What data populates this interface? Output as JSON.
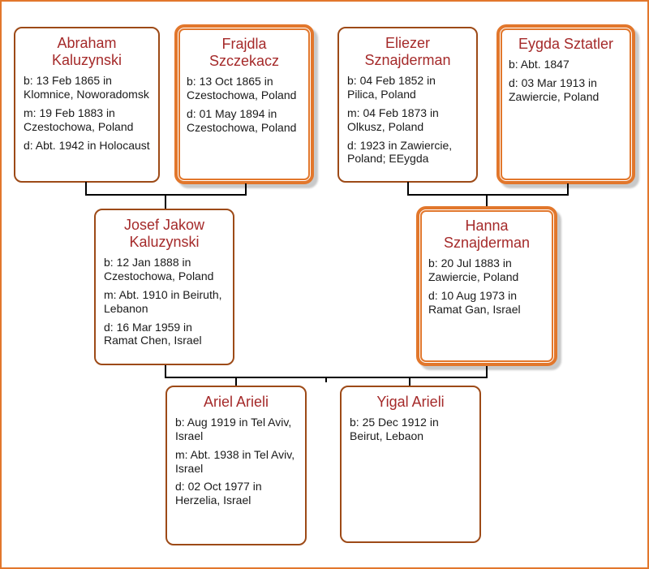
{
  "chart_title": "",
  "colors": {
    "frame_orange": "#E2772C",
    "plain_box_border": "#9D4A17",
    "highlight_box_border": "#E2772C",
    "name_red": "#A52A2A",
    "body_text": "#1A1A1A",
    "connector_black": "#000000",
    "shadow_gray": "#C9C9C9"
  },
  "people": [
    {
      "name": "Abraham Kaluzynski",
      "highlighted": false,
      "events": [
        "b: 13 Feb 1865 in Klomnice, Noworadomsk",
        "m: 19 Feb 1883 in Czestochowa, Poland",
        "d: Abt. 1942 in Holocaust"
      ]
    },
    {
      "name": "Frajdla Szczekacz",
      "highlighted": true,
      "events": [
        "b: 13 Oct 1865 in Czestochowa, Poland",
        "d: 01 May 1894 in Czestochowa, Poland"
      ]
    },
    {
      "name": "Eliezer Sznajderman",
      "highlighted": false,
      "events": [
        "b: 04 Feb 1852 in Pilica, Poland",
        "m: 04 Feb 1873 in Olkusz, Poland",
        "d: 1923 in Zawiercie, Poland; EEygda"
      ]
    },
    {
      "name": "Eygda Sztatler",
      "highlighted": true,
      "events": [
        "b: Abt. 1847",
        "d: 03 Mar 1913 in Zawiercie, Poland"
      ]
    },
    {
      "name": "Josef Jakow Kaluzynski",
      "highlighted": false,
      "events": [
        "b: 12 Jan 1888 in Czestochowa, Poland",
        "m: Abt. 1910 in Beiruth, Lebanon",
        "d: 16 Mar 1959 in Ramat Chen, Israel"
      ]
    },
    {
      "name": "Hanna Sznajderman",
      "highlighted": true,
      "events": [
        "b: 20 Jul 1883 in Zawiercie, Poland",
        "d: 10 Aug 1973 in Ramat Gan, Israel"
      ]
    },
    {
      "name": "Ariel Arieli",
      "highlighted": false,
      "events": [
        "b: Aug 1919 in Tel Aviv, Israel",
        "m: Abt. 1938 in Tel Aviv, Israel",
        "d: 02 Oct 1977 in Herzelia, Israel"
      ]
    },
    {
      "name": "Yigal Arieli",
      "highlighted": false,
      "events": [
        "b: 25 Dec 1912 in Beirut, Lebaon"
      ]
    }
  ],
  "tree": {
    "unions": [
      {
        "parents": [
          "Abraham Kaluzynski",
          "Frajdla Szczekacz"
        ],
        "child": "Josef Jakow Kaluzynski"
      },
      {
        "parents": [
          "Eliezer Sznajderman",
          "Eygda Sztatler"
        ],
        "child": "Hanna Sznajderman"
      },
      {
        "parents": [
          "Josef Jakow Kaluzynski",
          "Hanna Sznajderman"
        ],
        "children": [
          "Ariel Arieli",
          "Yigal Arieli"
        ]
      }
    ]
  }
}
